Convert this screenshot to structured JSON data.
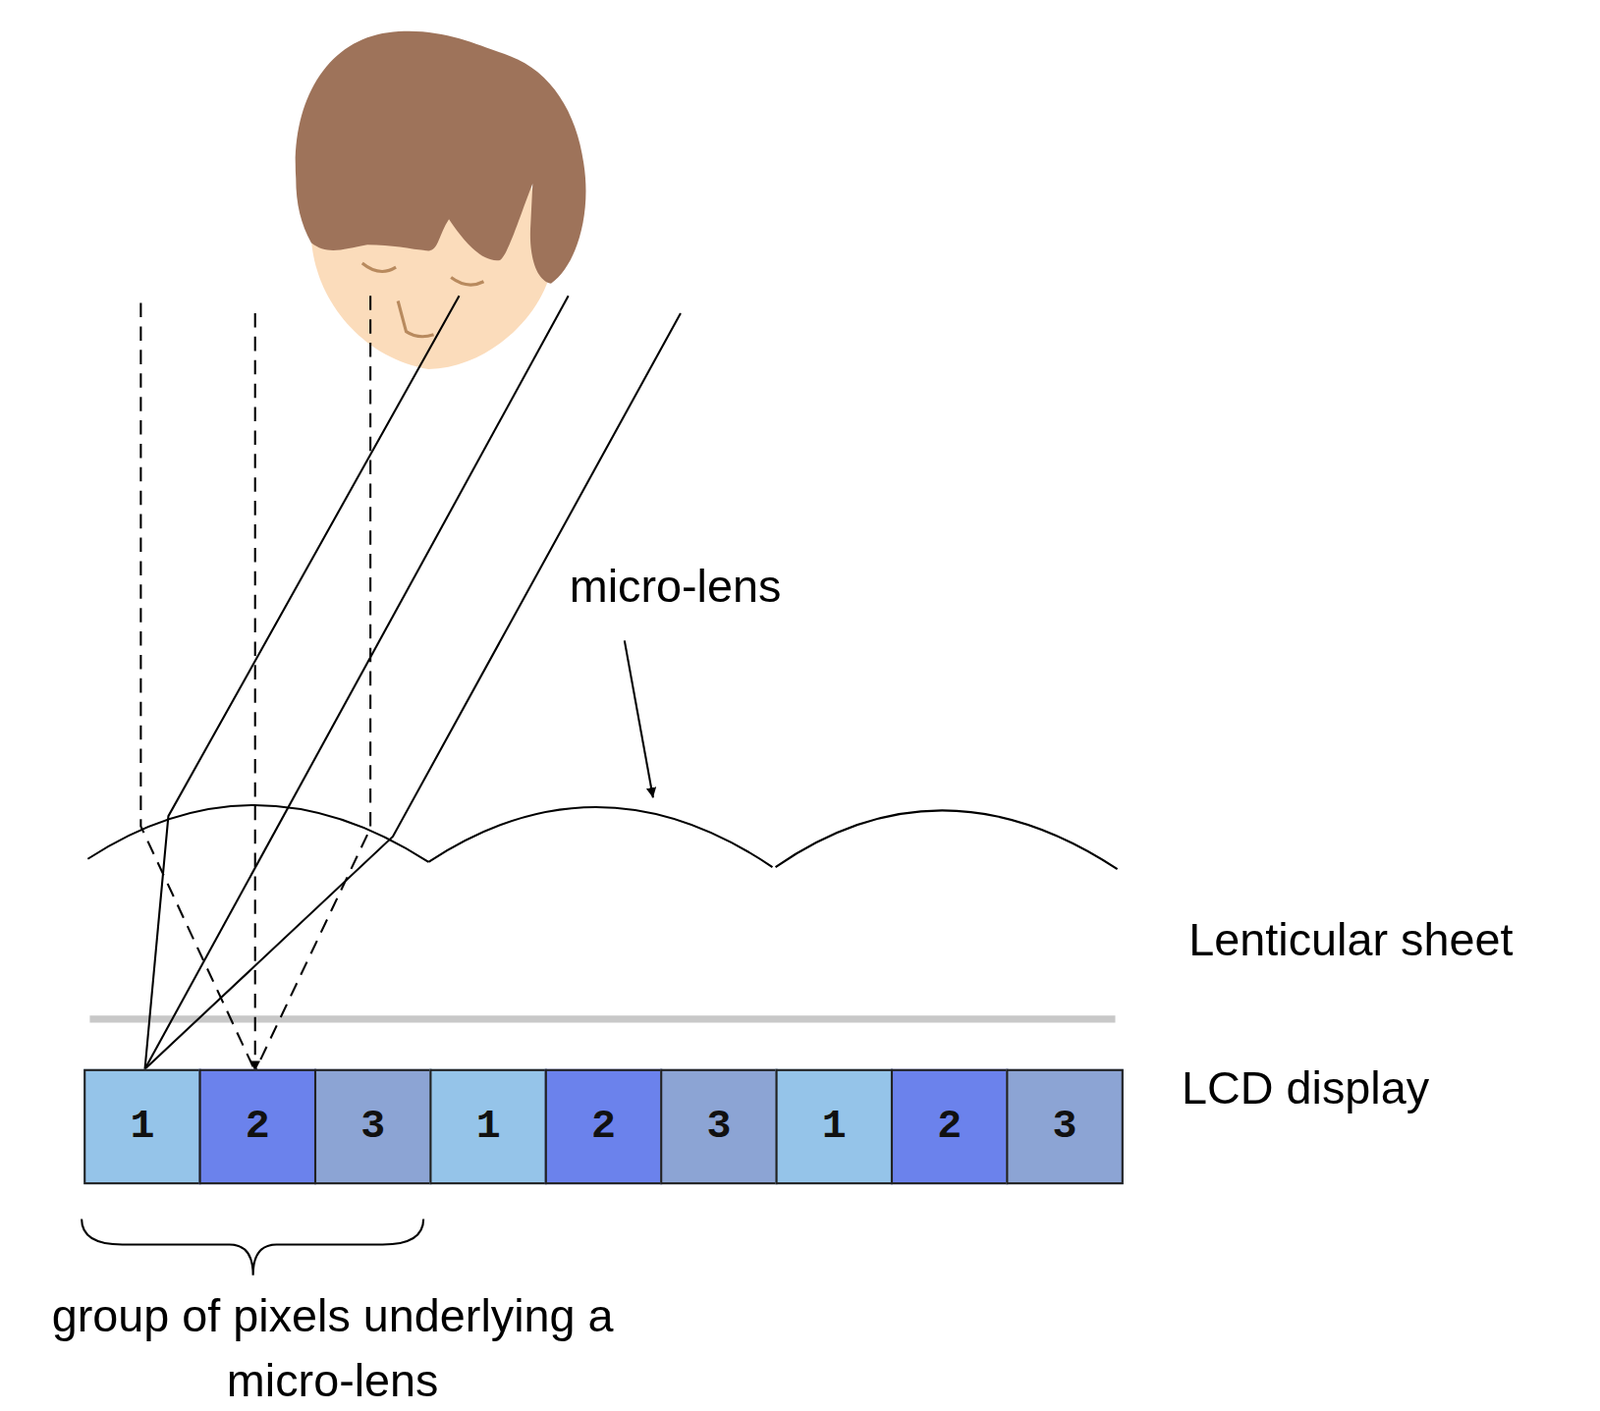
{
  "diagram": {
    "nodes": [
      {
        "text": [
          "1"
        ]
      },
      {
        "text": [
          "2"
        ]
      },
      {
        "text": [
          "3"
        ]
      },
      {
        "text": [
          "1"
        ]
      },
      {
        "text": [
          "2"
        ]
      },
      {
        "text": [
          "3"
        ]
      },
      {
        "text": [
          "1"
        ]
      },
      {
        "text": [
          "2"
        ]
      },
      {
        "text": [
          "3"
        ]
      }
    ],
    "labels": [
      "micro-lens",
      "Lenticular sheet",
      "LCD display",
      "group of pixels underlying a micro-lens"
    ]
  }
}
